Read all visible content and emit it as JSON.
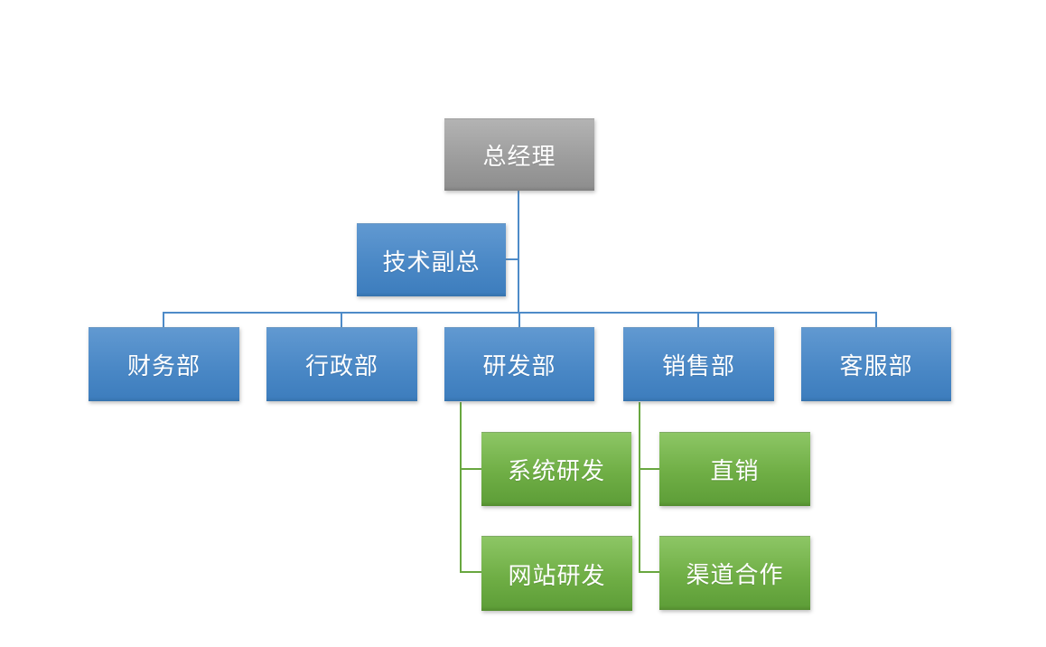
{
  "chart_data": {
    "type": "org-chart",
    "root": {
      "label": "总经理"
    },
    "assistant": {
      "label": "技术副总"
    },
    "departments": [
      {
        "label": "财务部",
        "children": []
      },
      {
        "label": "行政部",
        "children": []
      },
      {
        "label": "研发部",
        "children": [
          "系统研发",
          "网站研发"
        ]
      },
      {
        "label": "销售部",
        "children": [
          "直销",
          "渠道合作"
        ]
      },
      {
        "label": "客服部",
        "children": []
      }
    ]
  },
  "colors": {
    "root_box_top": "#b3b3b3",
    "root_box_bottom": "#8f8f8f",
    "branch_box_top": "#6199d1",
    "branch_box_bottom": "#3e7ebe",
    "leaf_box_top": "#8dc665",
    "leaf_box_bottom": "#5f9f39",
    "blue_connector": "#4e8bc8",
    "green_connector": "#68a73f",
    "text": "#ffffff",
    "background": "#ffffff"
  }
}
